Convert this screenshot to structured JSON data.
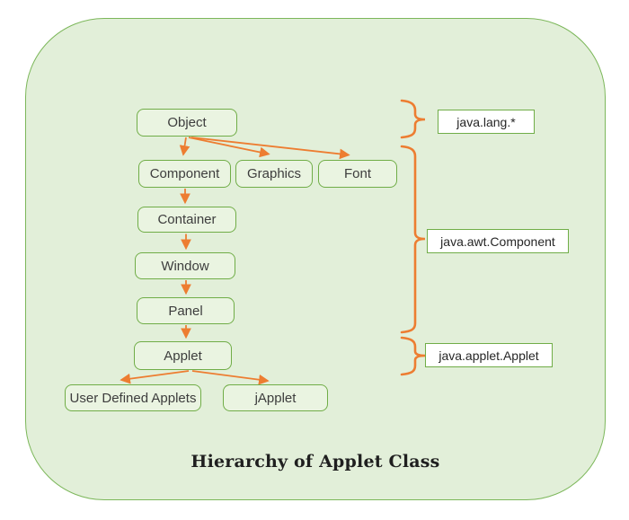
{
  "diagram": {
    "title": "Hierarchy of Applet Class",
    "colors": {
      "canvas_fill": "#e2efd9",
      "canvas_border": "#7cb75a",
      "node_fill": "#eaf4e1",
      "node_border": "#70ad47",
      "connector_orange": "#ed7d31",
      "label_fill": "#ffffff",
      "text": "#3d3d3d"
    },
    "nodes": {
      "object": "Object",
      "component": "Component",
      "graphics": "Graphics",
      "font": "Font",
      "container": "Container",
      "window": "Window",
      "panel": "Panel",
      "applet": "Applet",
      "user_defined": "User Defined Applets",
      "japplet": "jApplet"
    },
    "package_labels": {
      "lang": "java.lang.*",
      "awt": "java.awt.Component",
      "applet_pkg": "java.applet.Applet"
    },
    "edges": [
      "Object->Component",
      "Object->Graphics",
      "Object->Font",
      "Component->Container",
      "Container->Window",
      "Window->Panel",
      "Panel->Applet",
      "Applet->User Defined Applets",
      "Applet->jApplet"
    ]
  }
}
